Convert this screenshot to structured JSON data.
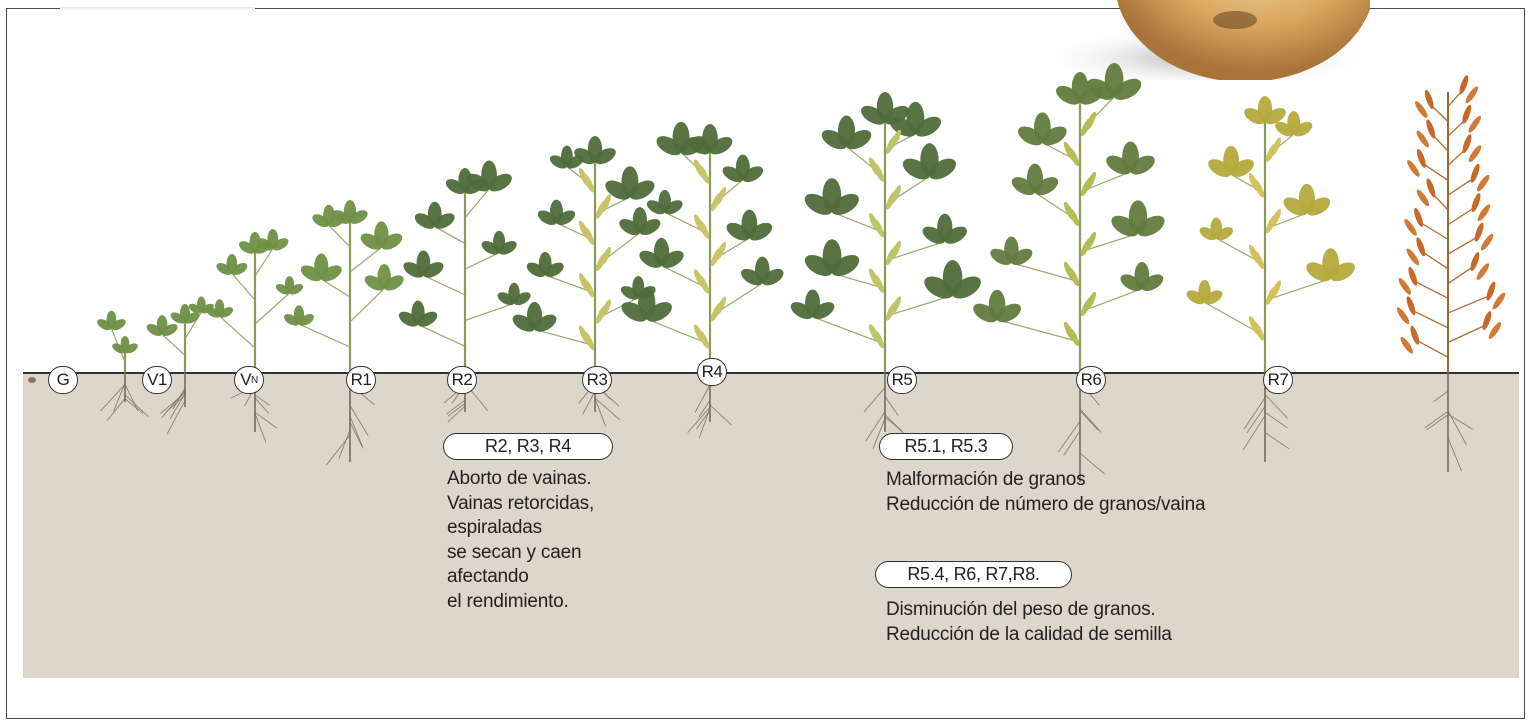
{
  "stages": [
    {
      "id": "g",
      "label": "G"
    },
    {
      "id": "v1",
      "label": "V1"
    },
    {
      "id": "vn",
      "label": "V",
      "sup": "N"
    },
    {
      "id": "r1",
      "label": "R1"
    },
    {
      "id": "r2",
      "label": "R2"
    },
    {
      "id": "r3",
      "label": "R3"
    },
    {
      "id": "r4",
      "label": "R4"
    },
    {
      "id": "r5",
      "label": "R5"
    },
    {
      "id": "r6",
      "label": "R6"
    },
    {
      "id": "r7",
      "label": "R7"
    }
  ],
  "groups": [
    {
      "label": "R2, R3, R4",
      "lines": [
        "Aborto de vainas.",
        "Vainas retorcidas,",
        "espiraladas",
        "se secan y caen",
        "afectando",
        "el rendimiento."
      ]
    },
    {
      "label": "R5.1, R5.3",
      "lines": [
        "Malformación de granos",
        "Reducción de número de granos/vaina"
      ]
    },
    {
      "label": "R5.4, R6, R7,R8.",
      "lines": [
        "Disminución del peso de granos.",
        "Reducción de la calidad de semilla"
      ]
    }
  ],
  "colors": {
    "soil": "#ddd6cb",
    "leaf_dark": "#4f6b3a",
    "leaf_mid": "#6f8f45",
    "leaf_yellow": "#b5a93e",
    "pod_orange": "#c56a2a",
    "root": "#7a6a58"
  }
}
